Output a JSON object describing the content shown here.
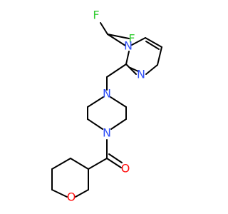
{
  "atoms": {
    "f1": {
      "label": "F",
      "color": "#33cc33"
    },
    "f2": {
      "label": "F",
      "color": "#33cc33"
    },
    "n_imid_top": {
      "label": "N",
      "color": "#3050f8"
    },
    "n_imid_bottom": {
      "label": "N",
      "color": "#3050f8"
    },
    "n_pip_top": {
      "label": "N",
      "color": "#3050f8"
    },
    "n_pip_bottom": {
      "label": "N",
      "color": "#3050f8"
    },
    "o_carbonyl": {
      "label": "O",
      "color": "#ff0d0d"
    },
    "o_ring": {
      "label": "O",
      "color": "#ff0d0d"
    }
  },
  "bond_color": "#000000"
}
